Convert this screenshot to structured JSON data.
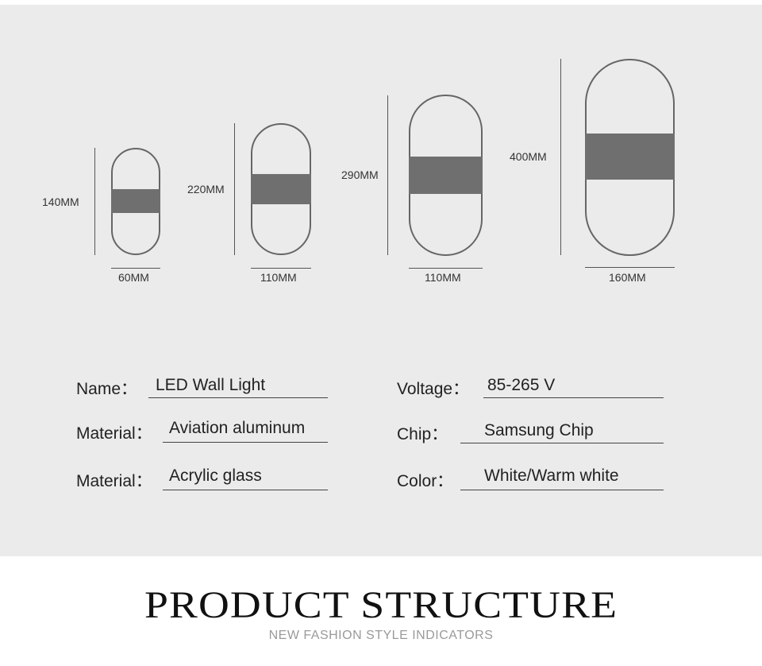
{
  "lamps": [
    {
      "height": "140MM",
      "width": "60MM"
    },
    {
      "height": "220MM",
      "width": "110MM"
    },
    {
      "height": "290MM",
      "width": "110MM"
    },
    {
      "height": "400MM",
      "width": "160MM"
    }
  ],
  "specs": {
    "name": {
      "label": "Name：",
      "value": "LED Wall Light"
    },
    "material1": {
      "label": "Material：",
      "value": "Aviation aluminum"
    },
    "material2": {
      "label": "Material：",
      "value": "Acrylic glass"
    },
    "voltage": {
      "label": "Voltage：",
      "value": "85-265 V"
    },
    "chip": {
      "label": "Chip：",
      "value": "Samsung Chip"
    },
    "color": {
      "label": "Color：",
      "value": "White/Warm white"
    }
  },
  "title": "PRODUCT STRUCTURE",
  "subtitle": "NEW FASHION STYLE INDICATORS"
}
